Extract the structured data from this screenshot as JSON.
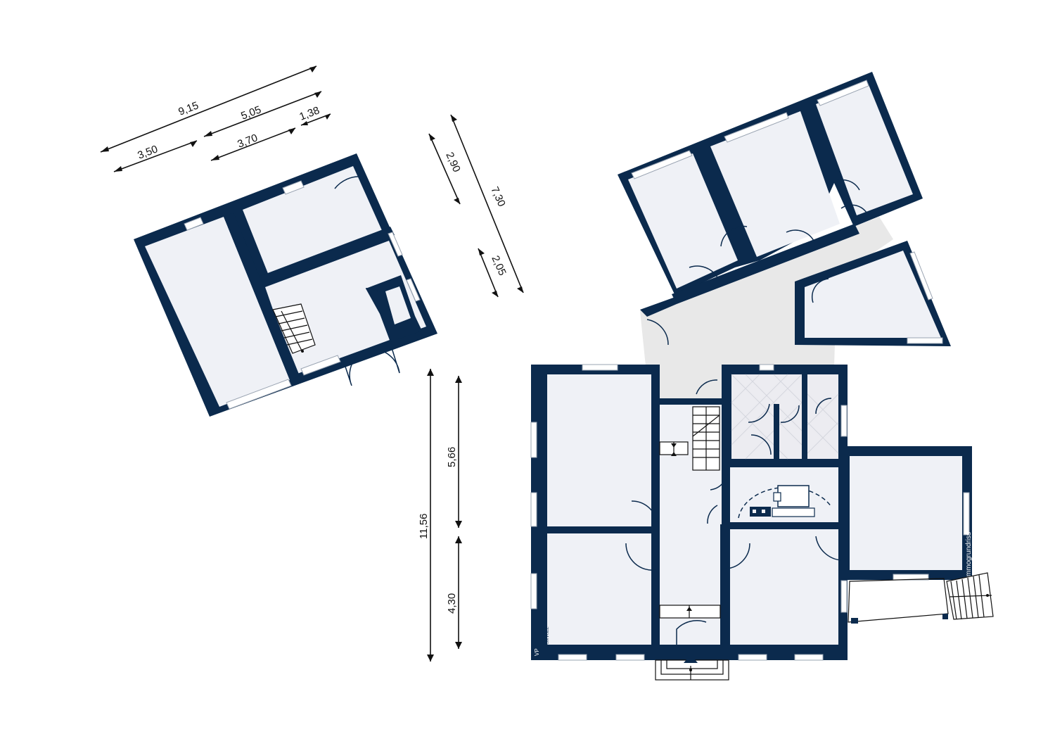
{
  "dimensions": {
    "top_9_15": "9,15",
    "top_3_50": "3,50",
    "top_5_05": "5,05",
    "top_3_70": "3,70",
    "top_1_38": "1,38",
    "side_2_90": "2,90",
    "side_7_30": "7,30",
    "side_2_05": "2,05",
    "main_11_56": "11,56",
    "main_5_66": "5,66",
    "main_4_30": "4,30"
  },
  "branding": {
    "watermark": "Immogrundriss",
    "logo_mark": "VP",
    "logo_text": "VON POLL"
  },
  "colors": {
    "wall": "#0b2a4d",
    "room": "#eff1f6",
    "hallway": "#e8e8e8"
  }
}
